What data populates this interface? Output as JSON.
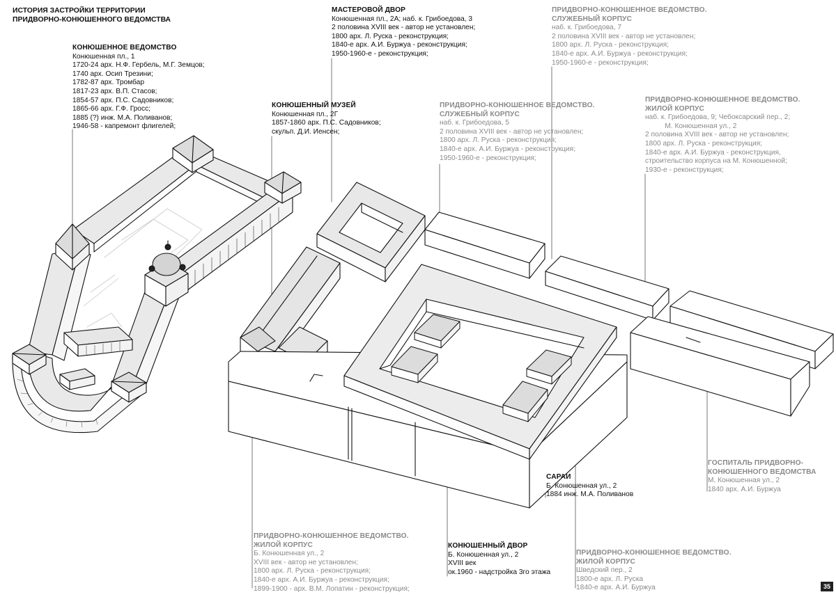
{
  "page_title": [
    "ИСТОРИЯ ЗАСТРОЙКИ ТЕРРИТОРИИ",
    "ПРИДВОРНО-КОНЮШЕННОГО ВЕДОМСТВА"
  ],
  "page_number": "35",
  "labels": [
    {
      "title": [
        "КОНЮШЕННОЕ ВЕДОМСТВО"
      ],
      "lines": [
        "Конюшенная пл., 1",
        "1720-24 арх. Н.Ф. Гербель, М.Г. Земцов;",
        "1740 арх. Осип Трезини;",
        "1782-87 арх. Тромбар",
        "1817-23 арх. В.П. Стасов;",
        "1854-57 арх. П.С. Садовников;",
        "1865-66 арх. Г.Ф. Гросс;",
        "1885 (?) инж. М.А. Поливанов;",
        "1946-58  - капремонт флигелей;"
      ]
    },
    {
      "title": [
        "КОНЮШЕННЫЙ МУЗЕЙ"
      ],
      "lines": [
        "Конюшенная пл., 2Г",
        "1857-1860 арх. П.С. Садовников;",
        "скульп. Д.И. Иенсен;"
      ]
    },
    {
      "title": [
        "МАСТЕРОВОЙ ДВОР"
      ],
      "lines": [
        "Конюшенная пл., 2А; наб. к. Грибоедова, 3",
        "2 половина XVIII век - автор не установлен;",
        "1800 арх. Л. Руска - реконструкция;",
        "1840-е арх. А.И. Буржуа - реконструкция;",
        "1950-1960-е  - реконструкция;"
      ]
    },
    {
      "title": [
        "ПРИДВОРНО-КОНЮШЕННОЕ ВЕДОМСТВО.",
        "СЛУЖЕБНЫЙ КОРПУС"
      ],
      "lines": [
        "наб. к. Грибоедова, 7",
        "2 половина XVIII век - автор не установлен;",
        "1800 арх. Л. Руска - реконструкция;",
        "1840-е арх. А.И. Буржуа - реконструкция;",
        "1950-1960-е  - реконструкция;"
      ]
    },
    {
      "title": [
        "ПРИДВОРНО-КОНЮШЕННОЕ ВЕДОМСТВО.",
        "СЛУЖЕБНЫЙ КОРПУС"
      ],
      "lines": [
        "наб. к. Грибоедова, 5",
        "2 половина XVIII век - автор не установлен;",
        "1800 арх. Л. Руска - реконструкция;",
        "1840-е арх. А.И. Буржуа - реконструкция;",
        "1950-1960-е  - реконструкция;"
      ]
    },
    {
      "title": [
        "ПРИДВОРНО-КОНЮШЕННОЕ ВЕДОМСТВО.",
        "ЖИЛОЙ КОРПУС"
      ],
      "lines": [
        "наб. к. Грибоедова, 9; Чебоксарский пер., 2;",
        "          М. Конюшенная ул., 2",
        "2 половина XVIII век - автор не установлен;",
        "1800 арх. Л. Руска - реконструкция;",
        "1840-е арх. А.И. Буржуа - реконструкция,",
        "строительство корпуса на М. Конюшенной;",
        "1930-е  - реконструкция;"
      ]
    },
    {
      "title": [
        "ГОСПИТАЛЬ ПРИДВОРНО-",
        "КОНЮШЕННОГО ВЕДОМСТВА"
      ],
      "lines": [
        "М. Конюшенная ул., 2",
        "1840 арх. А.И. Буржуа"
      ]
    },
    {
      "title": [
        "САРАИ"
      ],
      "lines": [
        "Б. Конюшенная ул., 2",
        "1884 инж. М.А. Поливанов"
      ]
    },
    {
      "title": [
        "КОНЮШЕННЫЙ ДВОР"
      ],
      "lines": [
        "Б. Конюшенная ул., 2",
        "XVIII век",
        "ок.1960 - надстройка 3го этажа"
      ]
    },
    {
      "title": [
        "ПРИДВОРНО-КОНЮШЕННОЕ ВЕДОМСТВО.",
        "ЖИЛОЙ КОРПУС"
      ],
      "lines": [
        "Б. Конюшенная ул., 2",
        "XVIII век - автор не установлен;",
        "1800 арх. Л. Руска - реконструкция;",
        "1840-е арх. А.И. Буржуа - реконструкция;",
        "1899-1900 - арх. В.М. Лопатин - реконструкция;"
      ]
    },
    {
      "title": [
        "ПРИДВОРНО-КОНЮШЕННОЕ ВЕДОМСТВО.",
        "ЖИЛОЙ КОРПУС"
      ],
      "lines": [
        "Шведский пер., 2",
        "1800-е арх. Л. Руска",
        "1840-е арх. А.И. Буржуа"
      ]
    }
  ]
}
